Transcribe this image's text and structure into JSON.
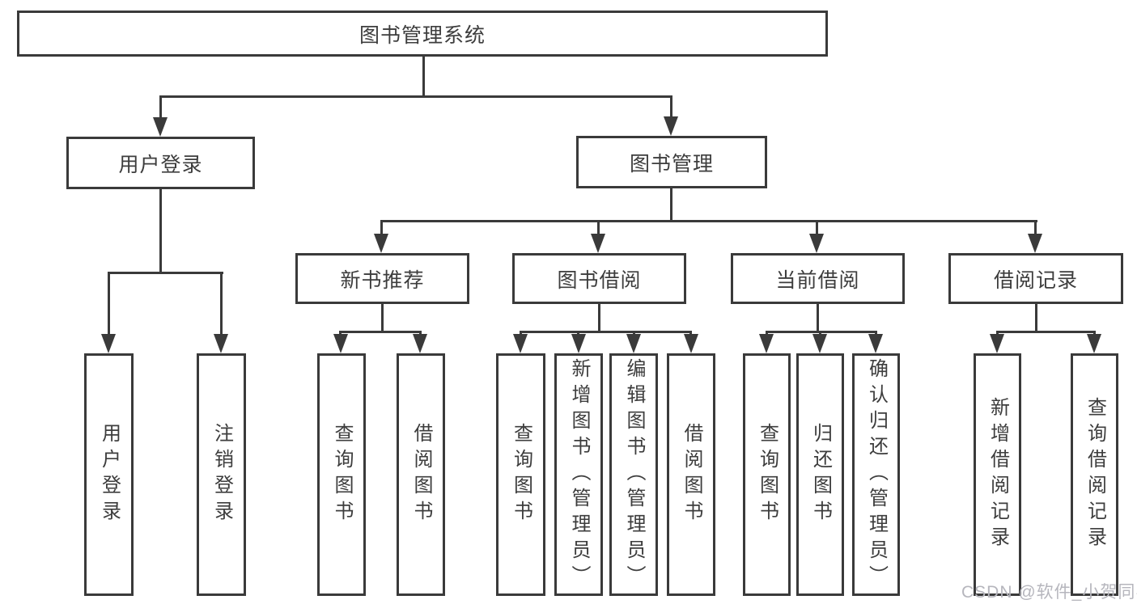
{
  "diagram_type": "hierarchy-tree",
  "tree": {
    "label": "图书管理系统",
    "children": [
      {
        "label": "用户登录",
        "children": [
          {
            "label": "用户登录"
          },
          {
            "label": "注销登录"
          }
        ]
      },
      {
        "label": "图书管理",
        "children": [
          {
            "label": "新书推荐",
            "children": [
              {
                "label": "查询图书"
              },
              {
                "label": "借阅图书"
              }
            ]
          },
          {
            "label": "图书借阅",
            "children": [
              {
                "label": "查询图书"
              },
              {
                "label": "新增图书（管理员）"
              },
              {
                "label": "编辑图书（管理员）"
              },
              {
                "label": "借阅图书"
              }
            ]
          },
          {
            "label": "当前借阅",
            "children": [
              {
                "label": "查询图书"
              },
              {
                "label": "归还图书"
              },
              {
                "label": "确认归还（管理员）"
              }
            ]
          },
          {
            "label": "借阅记录",
            "children": [
              {
                "label": "新增借阅记录"
              },
              {
                "label": "查询借阅记录"
              }
            ]
          }
        ]
      }
    ]
  },
  "watermark": "CSDN @软件_小贺同学",
  "colors": {
    "line": "#3a3a3a",
    "text": "#3d3d3d",
    "watermark": "#b6b6bd",
    "background": "#ffffff"
  }
}
